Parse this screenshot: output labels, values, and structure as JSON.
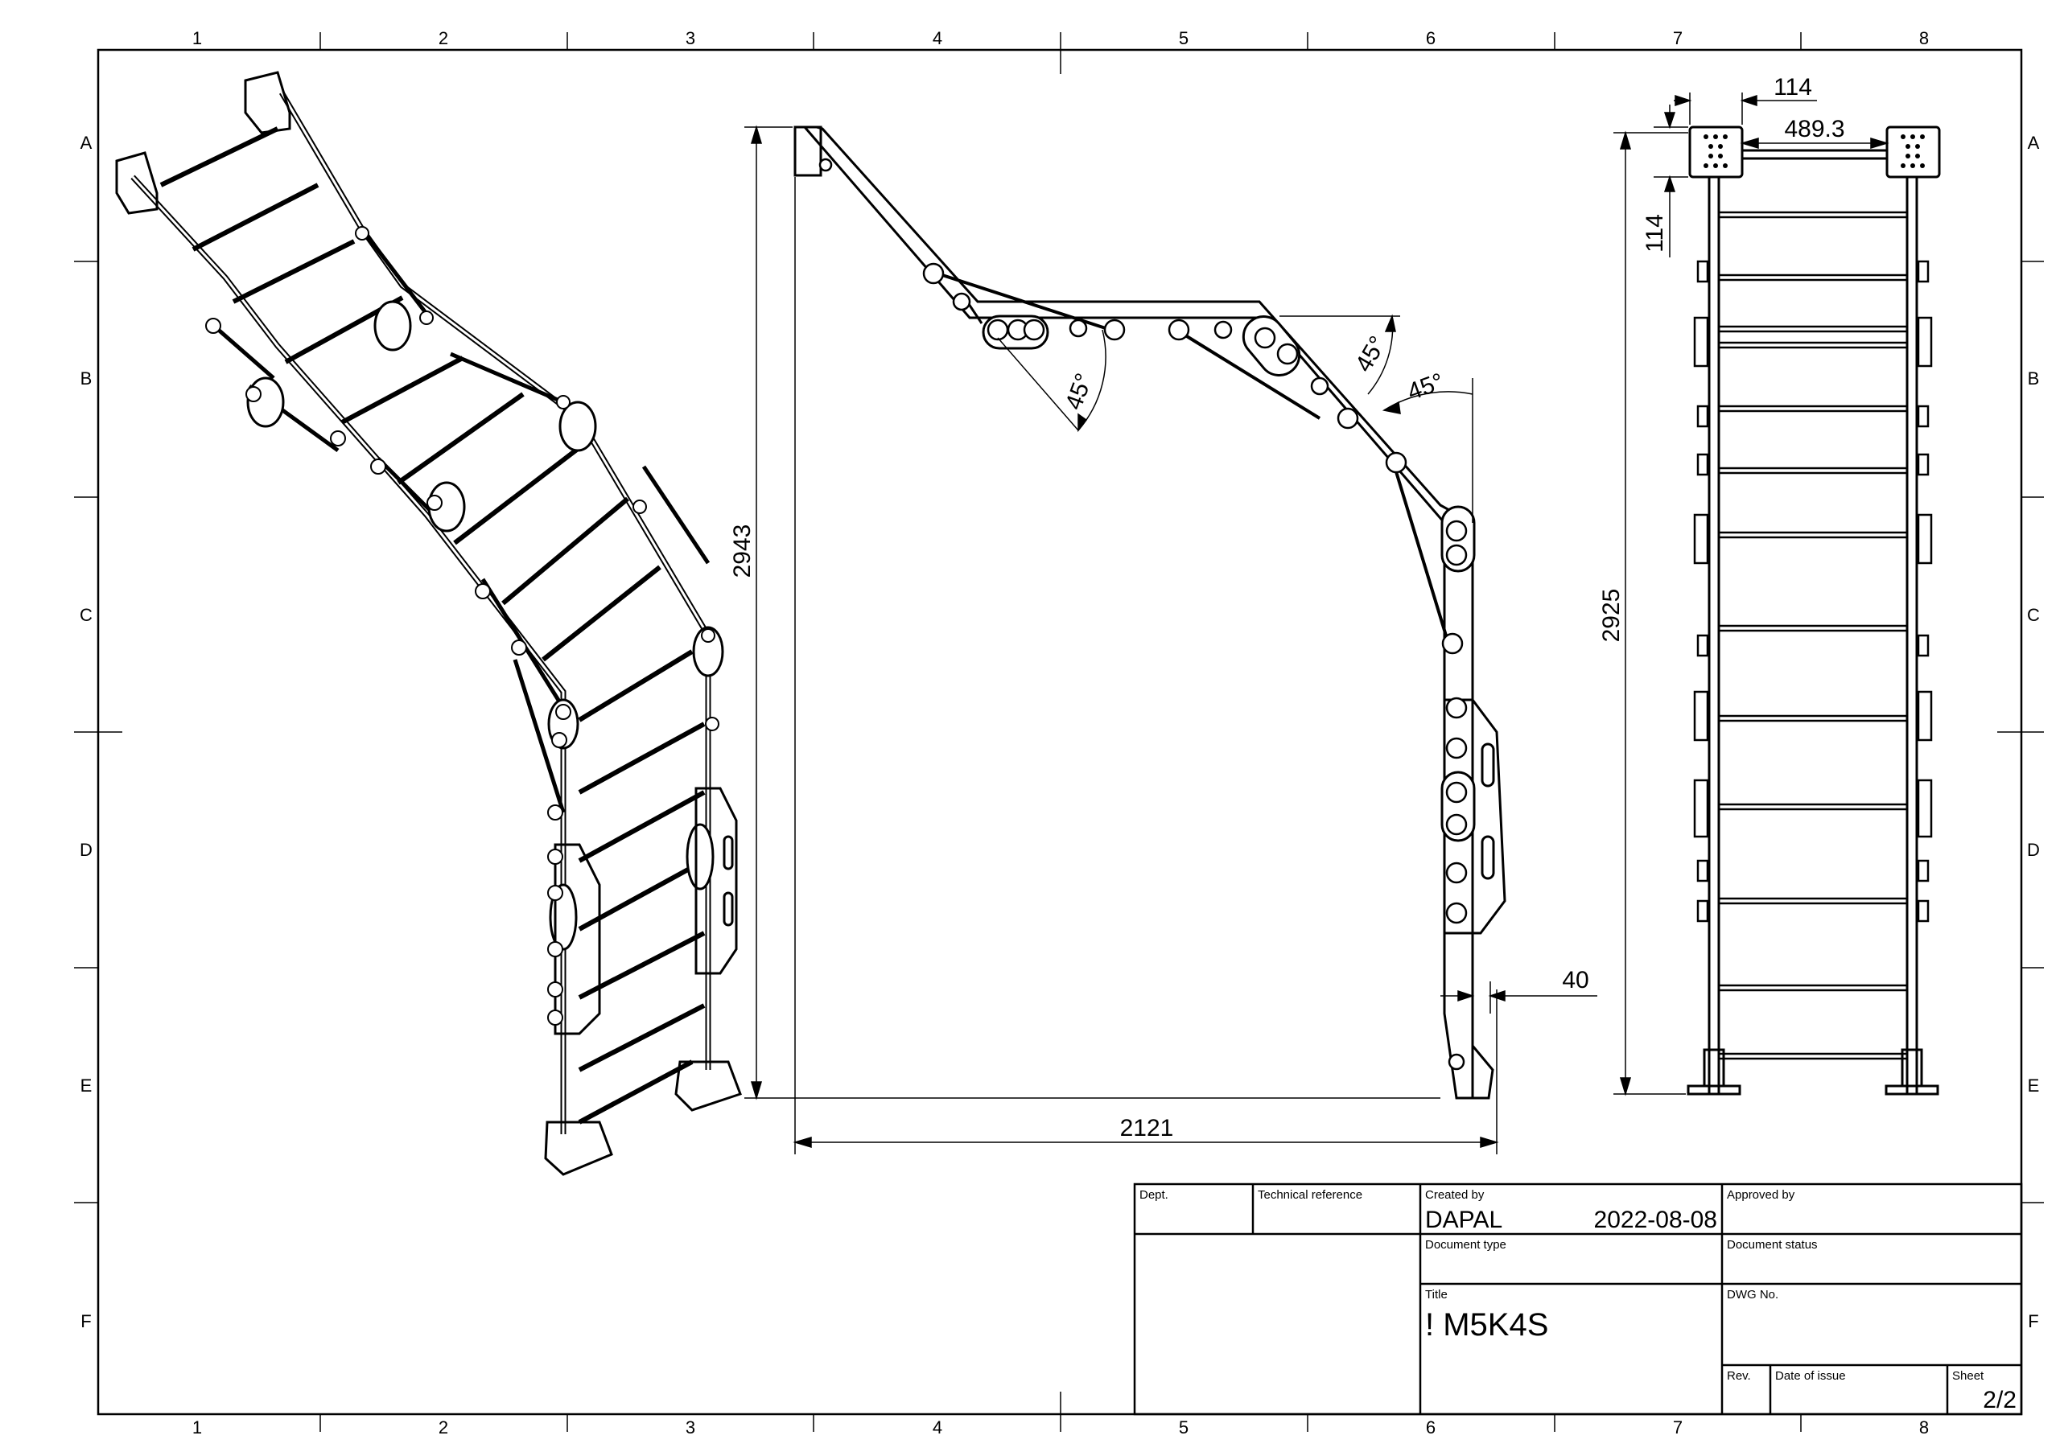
{
  "border": {
    "columns": [
      "1",
      "2",
      "3",
      "4",
      "5",
      "6",
      "7",
      "8"
    ],
    "rows": [
      "A",
      "B",
      "C",
      "D",
      "E",
      "F"
    ]
  },
  "views": {
    "side": {
      "dims": {
        "height": "2943",
        "width": "2121",
        "offset": "40",
        "angle_1": "45°",
        "angle_2": "45°",
        "angle_3": "45°"
      }
    },
    "front": {
      "dims": {
        "plate_w": "114",
        "spacing": "489.3",
        "plate_h": "114",
        "height": "2925"
      }
    }
  },
  "title_block": {
    "dept_label": "Dept.",
    "techref_label": "Technical reference",
    "created_label": "Created by",
    "created_by": "DAPAL",
    "created_date": "2022-08-08",
    "approved_label": "Approved by",
    "doctype_label": "Document type",
    "docstatus_label": "Document status",
    "title_label": "Title",
    "title": "! M5K4S",
    "dwg_label": "DWG No.",
    "rev_label": "Rev.",
    "date_issue_label": "Date of issue",
    "sheet_label": "Sheet",
    "sheet": "2/2"
  }
}
